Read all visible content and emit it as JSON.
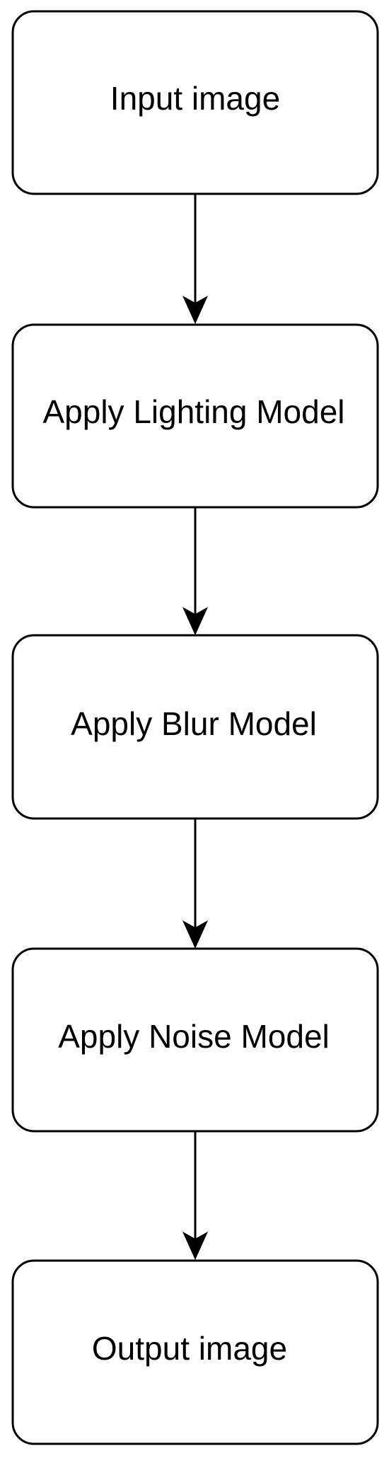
{
  "diagram": {
    "nodes": [
      {
        "id": "input",
        "label": "Input image"
      },
      {
        "id": "lighting",
        "label": "Apply Lighting Model"
      },
      {
        "id": "blur",
        "label": "Apply Blur Model"
      },
      {
        "id": "noise",
        "label": "Apply Noise Model"
      },
      {
        "id": "output",
        "label": "Output image"
      }
    ],
    "edges": [
      {
        "from": "input",
        "to": "lighting"
      },
      {
        "from": "lighting",
        "to": "blur"
      },
      {
        "from": "blur",
        "to": "noise"
      },
      {
        "from": "noise",
        "to": "output"
      }
    ],
    "colors": {
      "stroke": "#000000",
      "fill": "#ffffff",
      "text": "#000000"
    }
  }
}
